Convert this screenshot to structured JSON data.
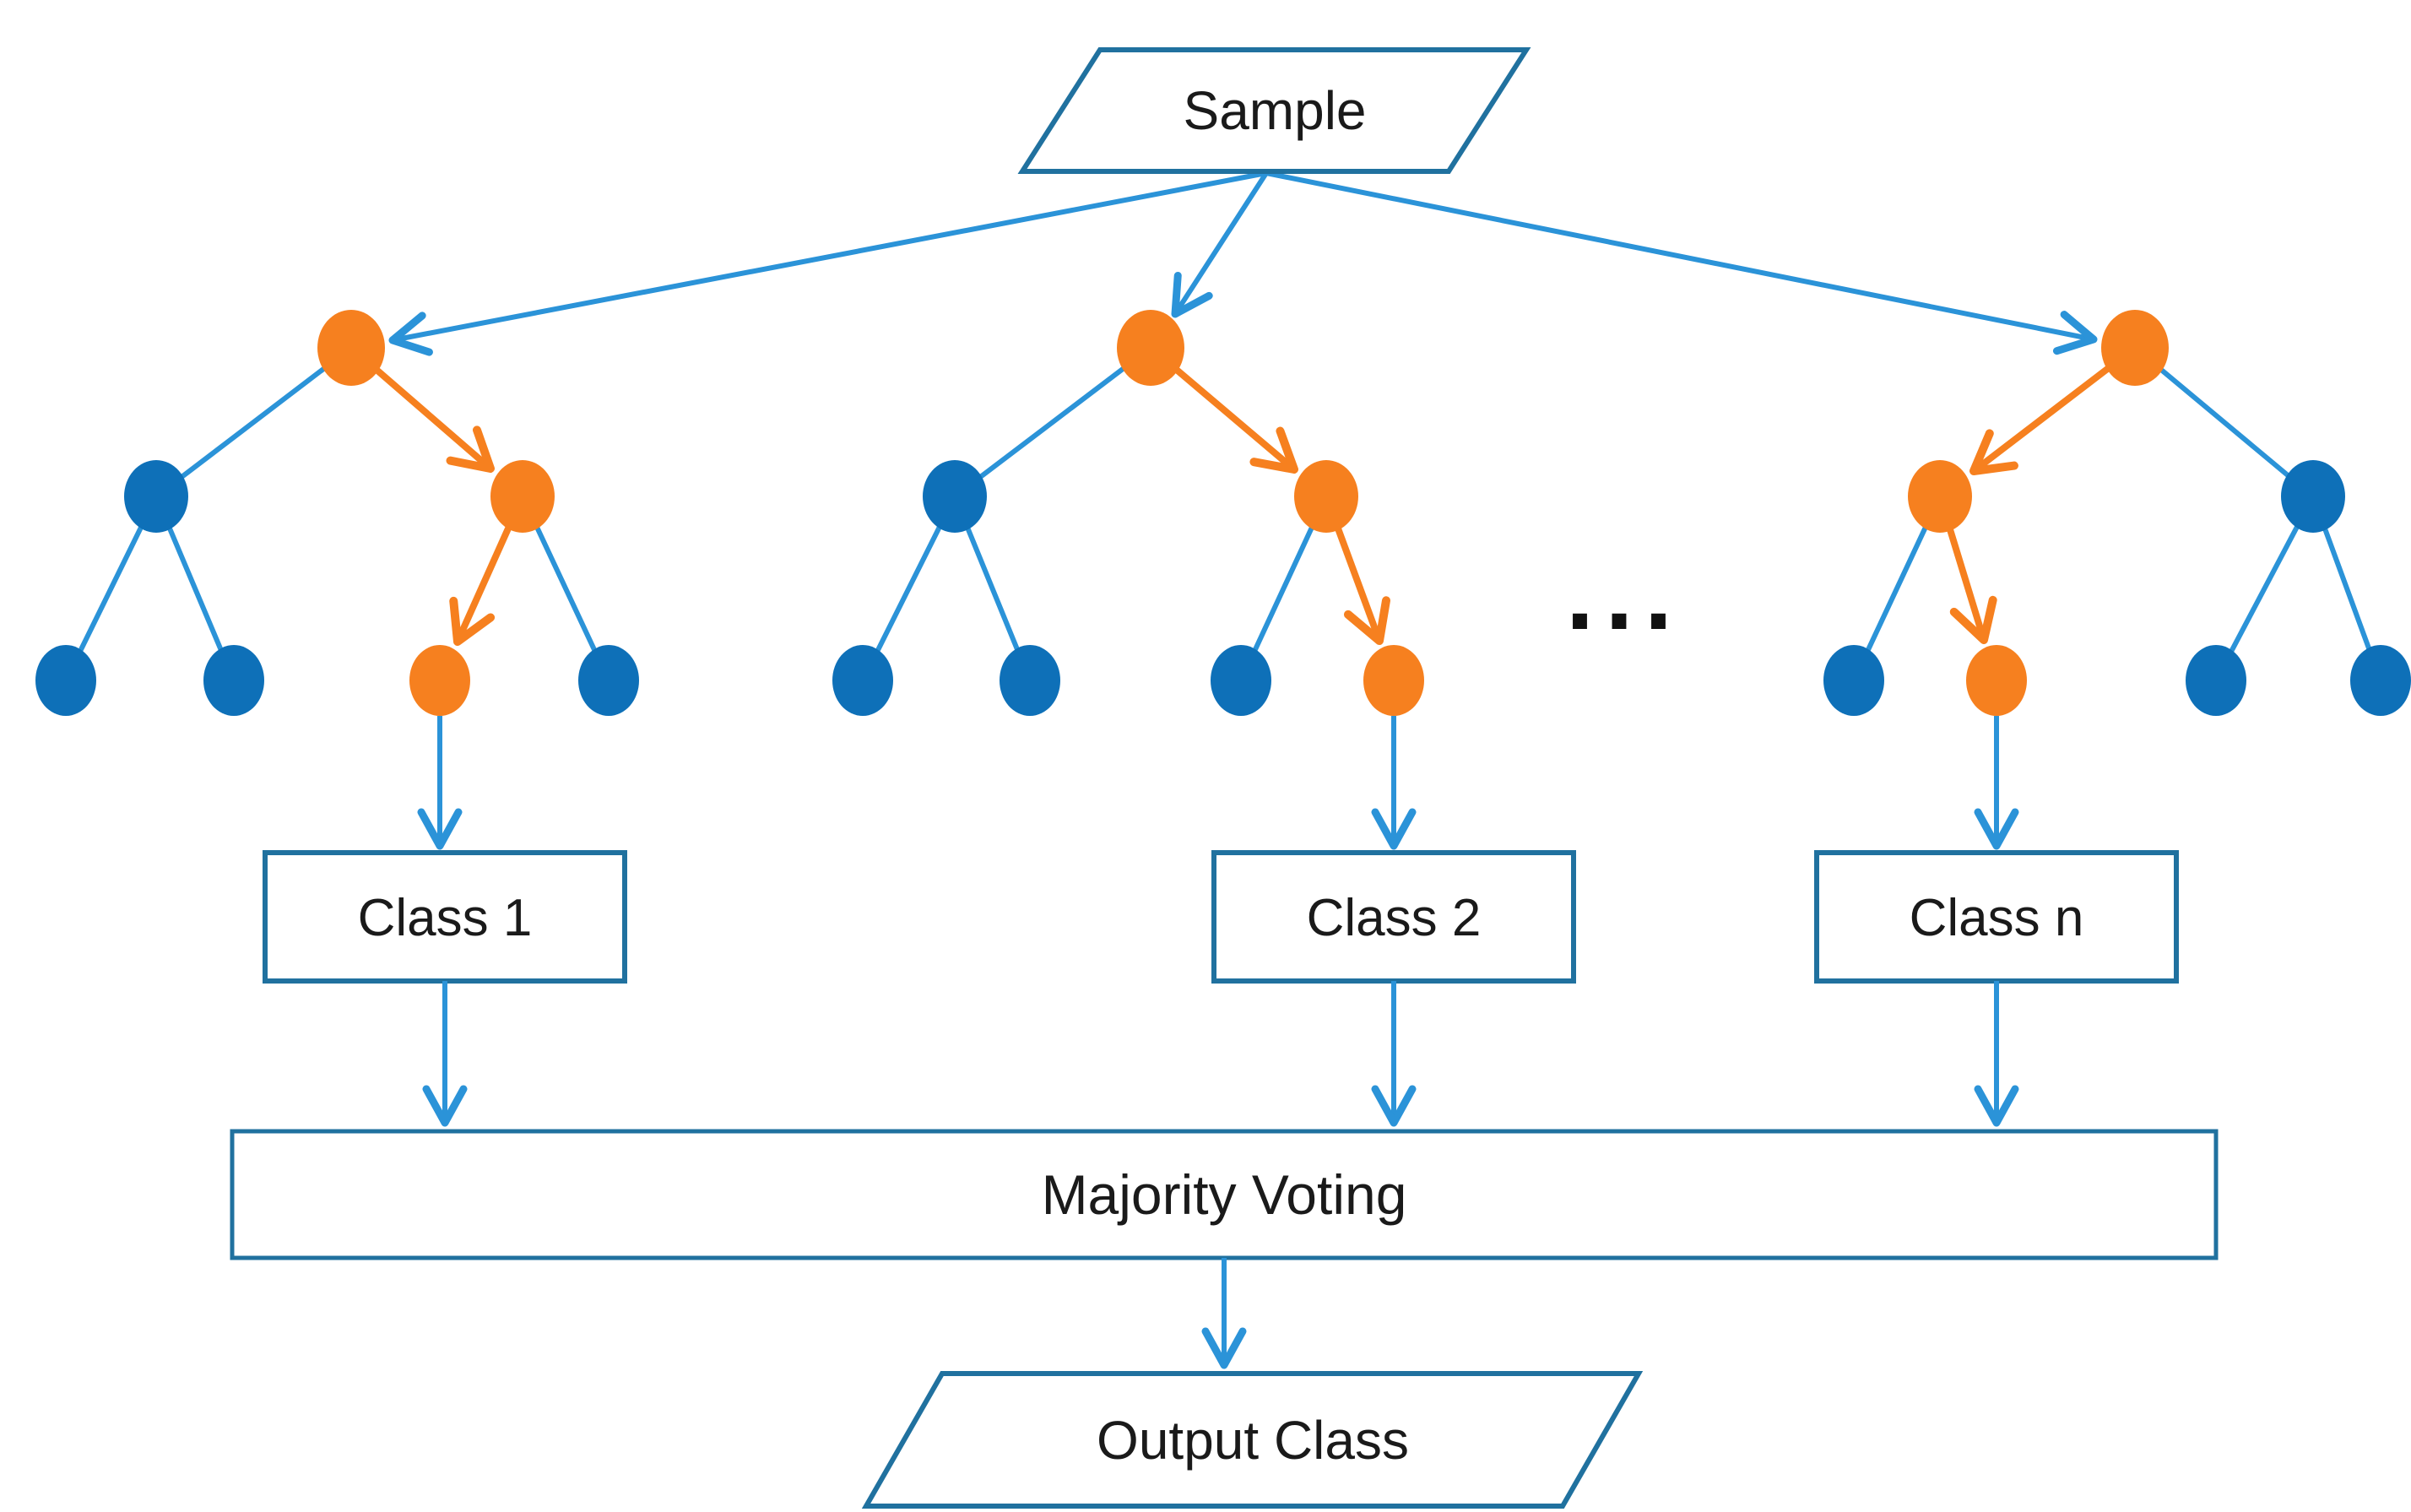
{
  "colors": {
    "line_blue": "#2b93d8",
    "node_blue": "#0e70b8",
    "orange": "#f6801f",
    "shape_border": "#20719f",
    "text_color": "#1a1a1a",
    "dots_color": "#111111",
    "background": "#ffffff"
  },
  "diagram": {
    "input_label": "Sample",
    "ellipsis": "...",
    "trees": [
      {
        "name": "tree-1",
        "class_label": "Class 1"
      },
      {
        "name": "tree-2",
        "class_label": "Class 2"
      },
      {
        "name": "tree-n",
        "class_label": "Class n"
      }
    ],
    "aggregator_label": "Majority Voting",
    "output_label": "Output Class"
  }
}
